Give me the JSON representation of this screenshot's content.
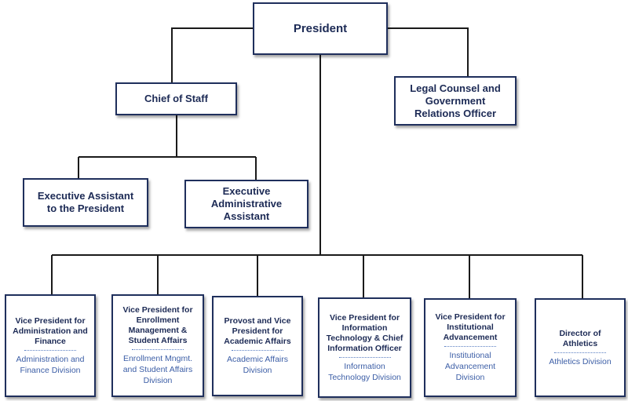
{
  "org_chart": {
    "president": "President",
    "chief_of_staff": "Chief of Staff",
    "legal_counsel": "Legal Counsel and Government Relations Officer",
    "exec_assistant_president": "Executive Assistant to the President",
    "exec_admin_assistant": "Executive Administrative Assistant",
    "vps": [
      {
        "title": "Vice President for Administration and Finance",
        "division": "Administration and Finance Division"
      },
      {
        "title": "Vice President for Enrollment Management & Student Affairs",
        "division": "Enrollment Mngmt. and Student Affairs Division"
      },
      {
        "title": "Provost and Vice President for Academic Affairs",
        "division": "Academic Affairs Division"
      },
      {
        "title": "Vice President for Information Technology & Chief Information Officer",
        "division": "Information Technology Division"
      },
      {
        "title": "Vice President for Institutional Advancement",
        "division": "Institutional Advancement Division"
      },
      {
        "title": "Director of Athletics",
        "division": "Athletics Division"
      }
    ],
    "colors": {
      "border": "#1f2f5c",
      "title_text": "#1c2a55",
      "division_text": "#3c5ea6",
      "line": "#1a1a1a"
    }
  }
}
